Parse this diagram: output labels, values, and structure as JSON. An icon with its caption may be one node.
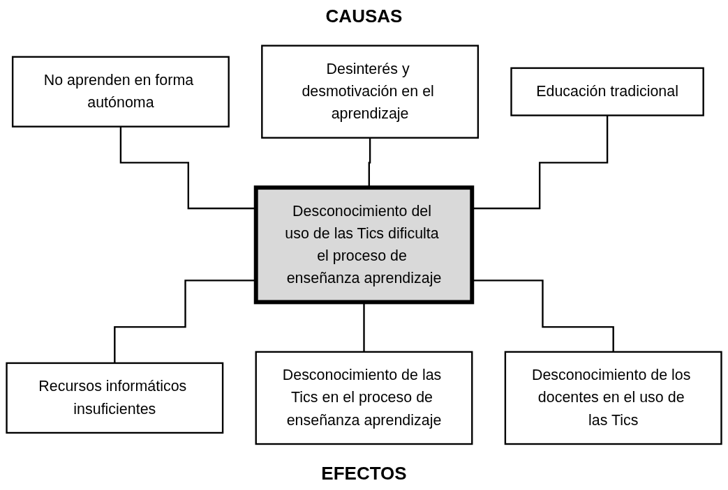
{
  "diagram": {
    "nodes": [
      {
        "text": [
          "No aprenden en forma autónoma"
        ]
      },
      {
        "text": [
          "Desinterés y desmotivación en el aprendizaje"
        ]
      },
      {
        "text": [
          "Educación tradicional"
        ]
      },
      {
        "text": [
          "Desconocimiento del uso de las Tics dificulta el proceso de enseñanza aprendizaje"
        ]
      },
      {
        "text": [
          "Recursos informáticos insuficientes"
        ]
      },
      {
        "text": [
          "Desconocimiento de las Tics en el proceso de enseñanza aprendizaje"
        ]
      },
      {
        "text": [
          "Desconocimiento de los docentes en el uso de las Tics"
        ]
      }
    ],
    "edges": [
      {
        "from": 0,
        "to": 3,
        "arrow": "none"
      },
      {
        "from": 1,
        "to": 3,
        "arrow": "none"
      },
      {
        "from": 2,
        "to": 3,
        "arrow": "none"
      },
      {
        "from": 3,
        "to": 4,
        "arrow": "none"
      },
      {
        "from": 3,
        "to": 5,
        "arrow": "none"
      },
      {
        "from": 3,
        "to": 6,
        "arrow": "none"
      }
    ],
    "labels": [
      "CAUSAS",
      "EFECTOS"
    ]
  }
}
